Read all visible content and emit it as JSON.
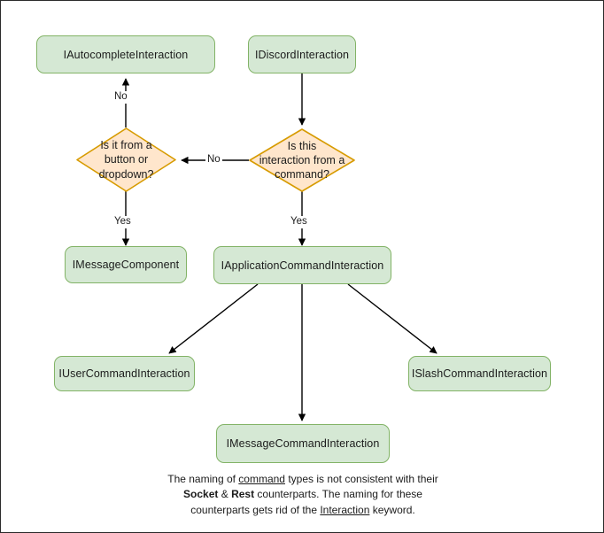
{
  "diagram": {
    "title": "Discord interaction type hierarchy flowchart",
    "colors": {
      "box_fill": "#d5e8d4",
      "box_stroke": "#82b366",
      "decision_fill": "#ffe6cc",
      "decision_stroke": "#d79b00",
      "connector": "#000000",
      "canvas": "#ffffff",
      "frame": "#2b2b2b"
    },
    "nodes": {
      "autocomplete": "IAutocompleteInteraction",
      "discord": "IDiscordInteraction",
      "decision_component": "Is it from a\nbutton or\ndropdown?",
      "decision_command": "Is this\ninteraction from a\ncommand?",
      "message_component": "IMessageComponent",
      "application_command": "IApplicationCommandInteraction",
      "user_command": "IUserCommandInteraction",
      "message_command": "IMessageCommandInteraction",
      "slash_command": "ISlashCommandInteraction"
    },
    "edge_labels": {
      "no_to_autocomplete": "No",
      "no_to_component_decision": "No",
      "yes_to_message_component": "Yes",
      "yes_to_application_command": "Yes"
    },
    "caption": {
      "line1_a": "The naming of ",
      "line1_u": "command",
      "line1_b": " types is not consistent with their",
      "line2_a": "",
      "line2_b1": "Socket",
      "line2_amp": " & ",
      "line2_b2": "Rest",
      "line2_c": " counterparts. The naming for these",
      "line3_a": "counterparts gets rid of the ",
      "line3_u": "Interaction",
      "line3_b": " keyword."
    }
  }
}
